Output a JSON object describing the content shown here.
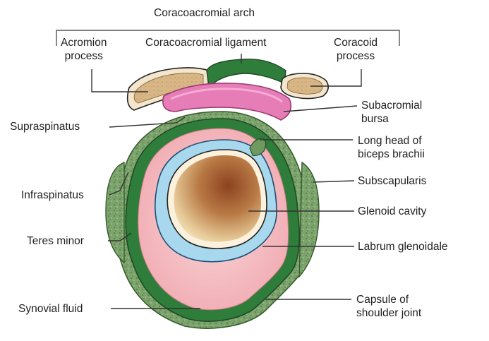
{
  "title": "Coracoacromial arch",
  "labels": {
    "acromion": {
      "line1": "Acromion",
      "line2": "process"
    },
    "coracoacromial_ligament": "Coracoacromial ligament",
    "coracoid": {
      "line1": "Coracoid",
      "line2": "process"
    },
    "subacromial_bursa": {
      "line1": "Subacromial",
      "line2": "bursa"
    },
    "supraspinatus": "Supraspinatus",
    "long_head_biceps": {
      "line1": "Long head of",
      "line2": "biceps brachii"
    },
    "infraspinatus": "Infraspinatus",
    "subscapularis": "Subscapularis",
    "glenoid_cavity": "Glenoid cavity",
    "teres_minor": "Teres minor",
    "labrum": "Labrum glenoidale",
    "synovial_fluid": "Synovial fluid",
    "capsule": {
      "line1": "Capsule of",
      "line2": "shoulder joint"
    }
  },
  "colors": {
    "muscle_green": "#6e9a62",
    "capsule_green": "#2f7d3a",
    "synovial_pink": "#f4b7bd",
    "labrum_blue": "#a8d8ee",
    "glenoid_brown": "#a45a2a",
    "bone_tan": "#d8b684",
    "bursa_pink": "#e77db7",
    "line_dark": "#333333"
  }
}
